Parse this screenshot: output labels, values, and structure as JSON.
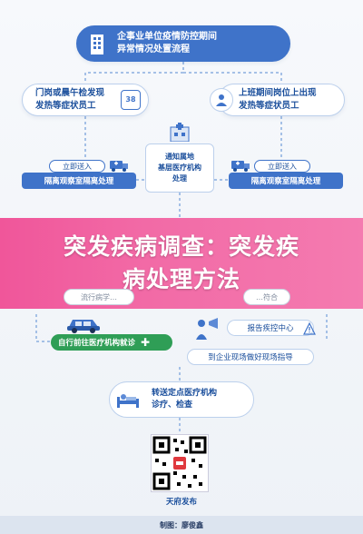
{
  "header": {
    "title_line1": "企事业单位疫情防控期间",
    "title_line2": "异常情况处置流程"
  },
  "left_case": {
    "line1": "门岗或晨午检发现",
    "line2": "发热等症状员工",
    "send_label": "立即送入",
    "isolation_label": "隔离观察室隔离处理",
    "thermo_value": "38"
  },
  "right_case": {
    "line1": "上班期间岗位上出现",
    "line2": "发热等症状员工",
    "send_label": "立即送入",
    "isolation_label": "隔离观察室隔离处理"
  },
  "center_card": {
    "line1": "通知属地",
    "line2": "基层医疗机构",
    "line3": "处理"
  },
  "banner": {
    "line1": "突发疾病调查：突发疾",
    "line2": "病处理方法"
  },
  "faded": {
    "left": "流行病学…",
    "right": "…符合"
  },
  "self_visit": "自行前往医疗机构就诊",
  "report": "报告疾控中心",
  "guide": "到企业现场做好现场指导",
  "transfer": {
    "line1": "转送定点医疗机构",
    "line2": "诊疗、检查"
  },
  "qr_label": "天府发布",
  "footer": "制图：廖俊鑫",
  "colors": {
    "primary": "#3f73c9",
    "green": "#2f9e56",
    "banner": "#f0569a"
  },
  "icons": [
    "building-icon",
    "thermometer-icon",
    "worker-icon",
    "ambulance-icon",
    "hospital-icon",
    "car-icon",
    "megaphone-icon",
    "warning-icon",
    "patient-bed-icon",
    "qr-code-icon"
  ]
}
